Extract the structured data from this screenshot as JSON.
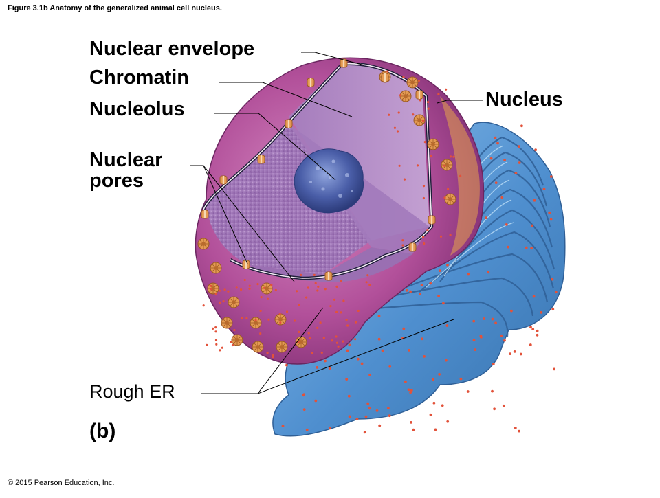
{
  "caption": "Figure 3.1b Anatomy of the generalized animal cell nucleus.",
  "copyright": "© 2015 Pearson Education, Inc.",
  "labels": {
    "nuclear_envelope": "Nuclear envelope",
    "chromatin": "Chromatin",
    "nucleolus": "Nucleolus",
    "nuclear_pores_line1": "Nuclear",
    "nuclear_pores_line2": "pores",
    "nucleus": "Nucleus",
    "rough_er": "Rough ER",
    "panel": "(b)"
  },
  "colors": {
    "envelope_outer": "#b2509a",
    "envelope_light": "#d07ab8",
    "chromatin": "#9a6fb2",
    "chromatin_light": "#b993c8",
    "nucleolus": "#4a5ea8",
    "pore": "#e49a52",
    "er_blue": "#4f8fcf",
    "er_light": "#8cc0ec",
    "er_dark": "#2f5f96",
    "ribosome": "#e2523a",
    "leader": "#000000"
  }
}
